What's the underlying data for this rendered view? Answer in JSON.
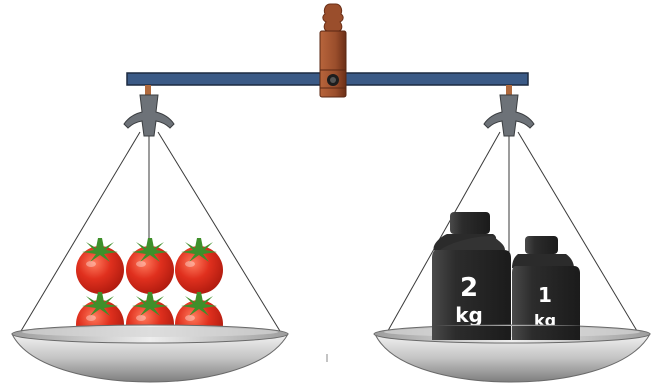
{
  "scale": {
    "colors": {
      "beam": "#3b5a86",
      "beam_edge": "#1c2a40",
      "post": "#9a4e2c",
      "post_dark": "#6b2f17",
      "hanger": "#6d7278",
      "pan_light": "#e3e3e3",
      "pan_dark": "#8c8c8c",
      "string": "#3a3a3a",
      "tomato": "#e0301e",
      "tomato_dark": "#a8170c",
      "leaf": "#3f8f2a",
      "weight_body": "#2e2e2e"
    },
    "left_pan": {
      "item": "tomato",
      "count": 6
    },
    "right_pan": {
      "weights": [
        {
          "amount": "2",
          "unit": "kg"
        },
        {
          "amount": "1",
          "unit": "kg"
        }
      ]
    }
  }
}
